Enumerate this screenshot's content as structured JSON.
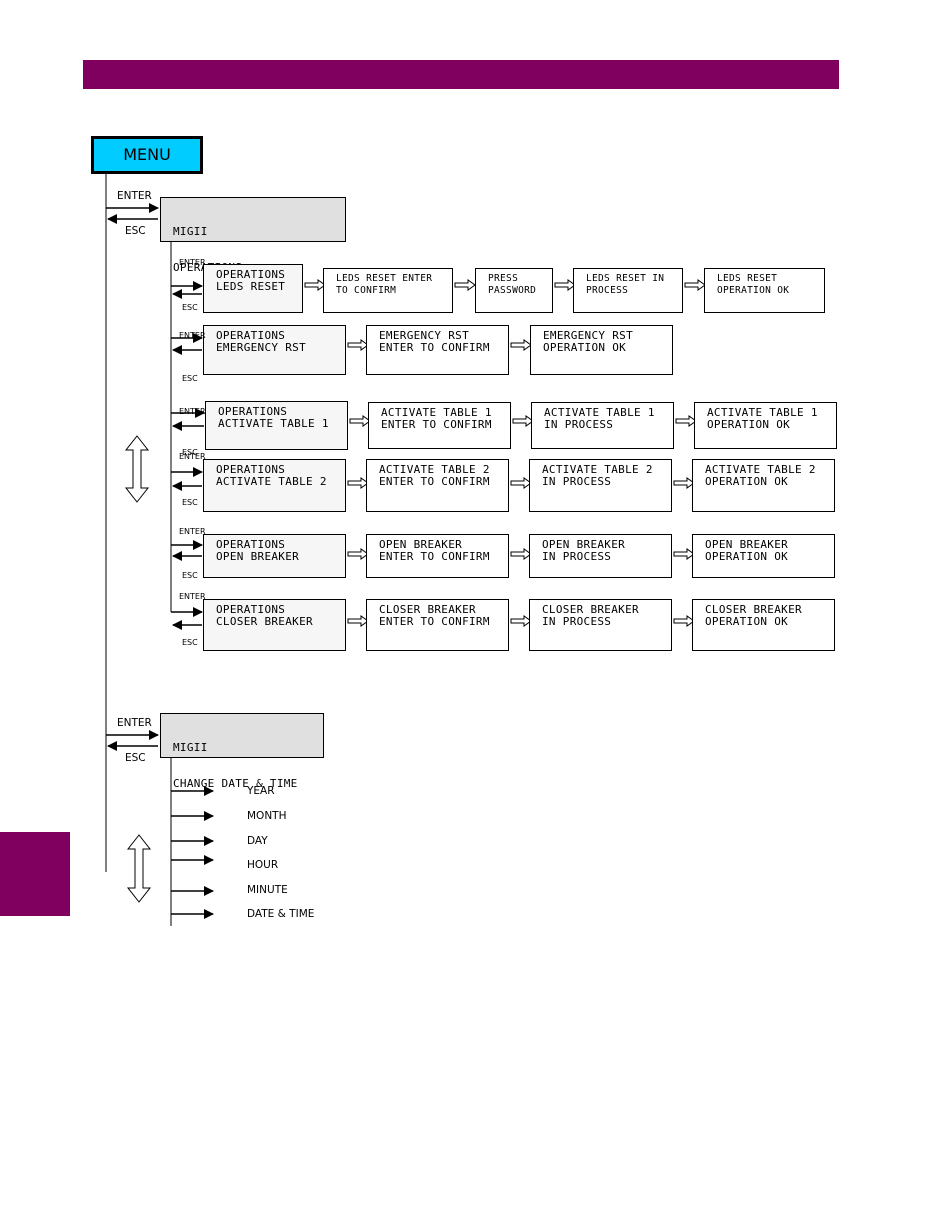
{
  "menu": {
    "label": "MENU"
  },
  "keys": {
    "enter": "ENTER",
    "esc": "ESC"
  },
  "operations": {
    "header": [
      "MIGII",
      "OPERATIONS"
    ],
    "rows": [
      {
        "title": [
          "OPERATIONS",
          "LEDS RESET"
        ],
        "steps": [
          [
            "LEDS RESET ENTER",
            "TO CONFIRM"
          ],
          [
            "PRESS",
            "PASSWORD"
          ],
          [
            "LEDS RESET IN",
            "PROCESS"
          ],
          [
            "LEDS RESET",
            "OPERATION OK"
          ]
        ]
      },
      {
        "title": [
          "OPERATIONS",
          "EMERGENCY RST"
        ],
        "steps": [
          [
            "EMERGENCY RST",
            "ENTER TO CONFIRM"
          ],
          [
            "EMERGENCY RST",
            "OPERATION OK"
          ]
        ]
      },
      {
        "title": [
          "OPERATIONS",
          "ACTIVATE TABLE 1"
        ],
        "steps": [
          [
            "ACTIVATE TABLE 1",
            "ENTER TO CONFIRM"
          ],
          [
            "ACTIVATE TABLE 1",
            "IN PROCESS"
          ],
          [
            "ACTIVATE TABLE 1",
            "OPERATION OK"
          ]
        ]
      },
      {
        "title": [
          "OPERATIONS",
          "ACTIVATE TABLE 2"
        ],
        "steps": [
          [
            "ACTIVATE TABLE 2",
            "ENTER TO CONFIRM"
          ],
          [
            "ACTIVATE TABLE 2",
            "IN PROCESS"
          ],
          [
            "ACTIVATE TABLE 2",
            "OPERATION OK"
          ]
        ]
      },
      {
        "title": [
          "OPERATIONS",
          "OPEN BREAKER"
        ],
        "steps": [
          [
            "OPEN BREAKER",
            "ENTER TO CONFIRM"
          ],
          [
            "OPEN BREAKER",
            "IN PROCESS"
          ],
          [
            "OPEN BREAKER",
            "OPERATION OK"
          ]
        ]
      },
      {
        "title": [
          "OPERATIONS",
          "CLOSER BREAKER"
        ],
        "steps": [
          [
            "CLOSER BREAKER",
            "ENTER TO CONFIRM"
          ],
          [
            "CLOSER BREAKER",
            "IN PROCESS"
          ],
          [
            "CLOSER BREAKER",
            "OPERATION OK"
          ]
        ]
      }
    ]
  },
  "date_time": {
    "header": [
      "MIGII",
      "CHANGE DATE & TIME"
    ],
    "items": [
      "YEAR",
      "MONTH",
      "DAY",
      "HOUR",
      "MINUTE",
      "DATE & TIME"
    ]
  },
  "colors": {
    "brand": "#800060",
    "menu_fill": "#00ccff",
    "header_fill": "#e0e0e0"
  }
}
